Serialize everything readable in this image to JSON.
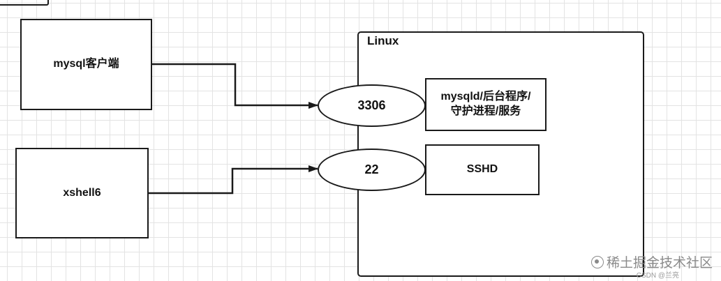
{
  "diagram": {
    "clients": [
      {
        "label": "mysql客户端"
      },
      {
        "label": "xshell6"
      }
    ],
    "server": {
      "label": "Linux",
      "ports": [
        {
          "label": "3306"
        },
        {
          "label": "22"
        }
      ],
      "services": [
        {
          "line1": "mysqld/后台程序/",
          "line2": "守护进程/服务"
        },
        {
          "line1": "SSHD"
        }
      ]
    },
    "connections": [
      {
        "from": "mysql客户端",
        "to": "3306"
      },
      {
        "from": "xshell6",
        "to": "22"
      }
    ]
  },
  "watermark": {
    "text": "稀土掘金技术社区",
    "subtext": "CSDN @兰亮"
  }
}
